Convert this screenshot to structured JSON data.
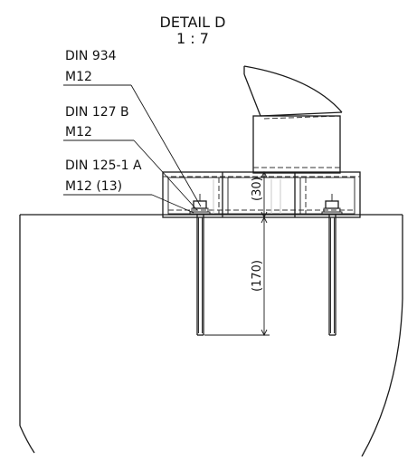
{
  "detail": {
    "title": "DETAIL D",
    "scale": "1 : 7"
  },
  "callouts": [
    {
      "standard": "DIN 934",
      "size": "M12"
    },
    {
      "standard": "DIN 127 B",
      "size": "M12"
    },
    {
      "standard": "DIN 125-1 A",
      "size": "M12 (13)"
    }
  ],
  "dimensions": {
    "plate_thickness": "(30)",
    "embed_depth": "(170)"
  }
}
